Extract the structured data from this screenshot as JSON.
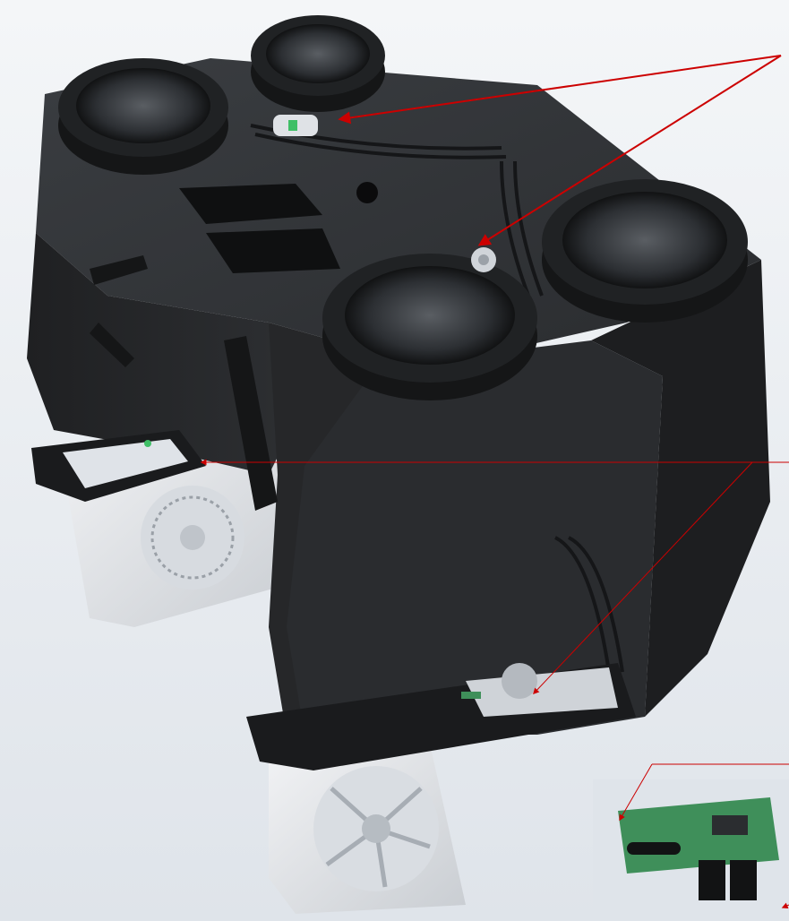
{
  "image": {
    "subject": "ventilation-unit-render",
    "colors": {
      "background_top": "#f4f6f8",
      "background_bottom": "#dfe4ea",
      "housing": "#2b2d30",
      "housing_dark": "#1a1b1d",
      "housing_light": "#3a3d41",
      "duct": "#121314",
      "duct_inner": "#3e4144",
      "fan_white": "#e6e8eb",
      "fan_shadow": "#c5c9ce",
      "pcb_green": "#3f8f5a",
      "annotation_red": "#cc0000"
    },
    "callouts": [
      {
        "label": "sensor-top",
        "count": 2
      },
      {
        "label": "filter-drawer",
        "count": 2
      },
      {
        "label": "pcb-inset",
        "count": 1
      }
    ]
  }
}
